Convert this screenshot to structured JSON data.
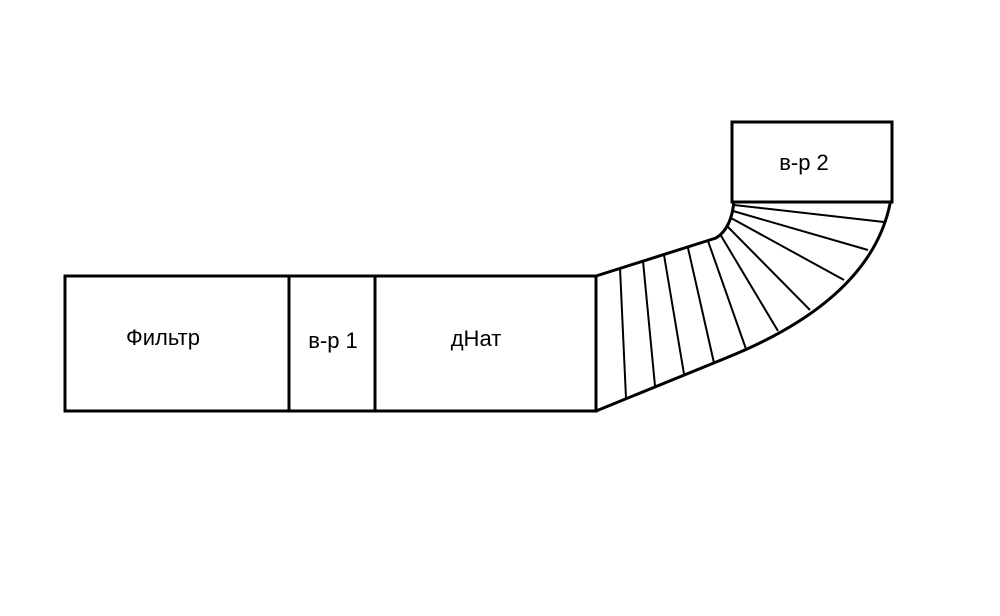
{
  "labels": {
    "filter": "Фильтр",
    "fan1": "в-р 1",
    "dnat": "дНат",
    "fan2": "в-р 2"
  }
}
